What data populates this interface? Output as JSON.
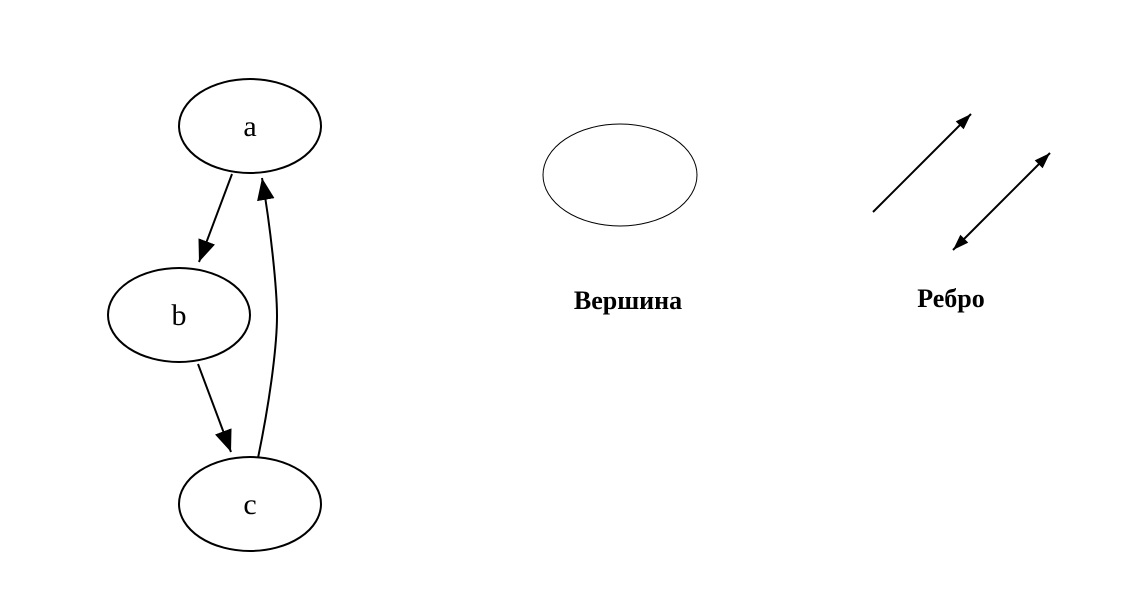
{
  "graph": {
    "nodes": [
      {
        "id": "a",
        "label": "a"
      },
      {
        "id": "b",
        "label": "b"
      },
      {
        "id": "c",
        "label": "c"
      }
    ],
    "edges": [
      {
        "from": "a",
        "to": "b",
        "directed": true
      },
      {
        "from": "b",
        "to": "c",
        "directed": true
      },
      {
        "from": "c",
        "to": "a",
        "directed": true
      }
    ]
  },
  "legend": {
    "vertex_label": "Вершина",
    "edge_label": "Ребро"
  },
  "colors": {
    "stroke": "#000000",
    "background": "#ffffff"
  }
}
